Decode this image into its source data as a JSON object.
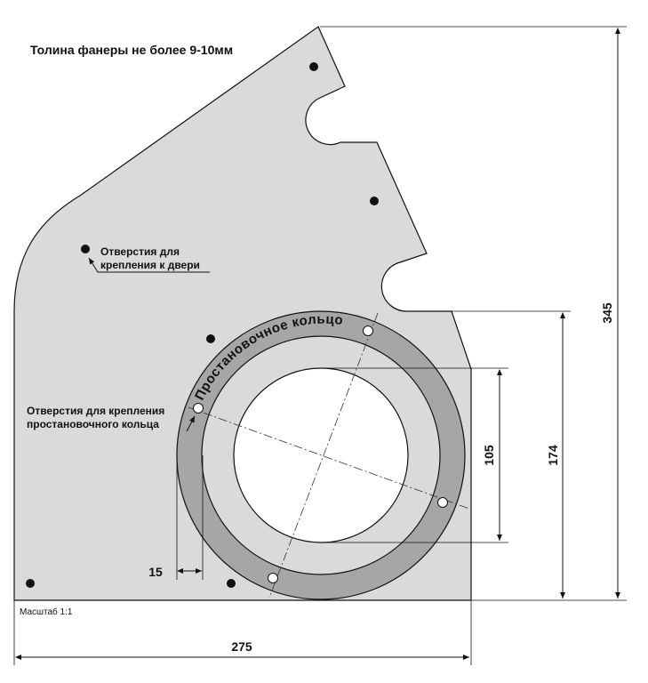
{
  "title": "Толина фанеры не более 9-10мм",
  "scale_label": "Масштаб 1:1",
  "notes": {
    "door_holes_line1": "Отверстия для",
    "door_holes_line2": "крепления к двери",
    "ring_holes_line1": "Отверстия для крепления",
    "ring_holes_line2": "простановочного кольца"
  },
  "ring_label": "Простановочное кольцо",
  "dimensions": {
    "height_total": "345",
    "height_ring": "174",
    "inner_diameter": "105",
    "ring_width": "15",
    "width_total": "275"
  },
  "colors": {
    "plate": "#dadada",
    "ring": "#a6a6a6",
    "inner_ring": "#dadada",
    "cutout": "#ffffff",
    "holes": "#111111"
  }
}
